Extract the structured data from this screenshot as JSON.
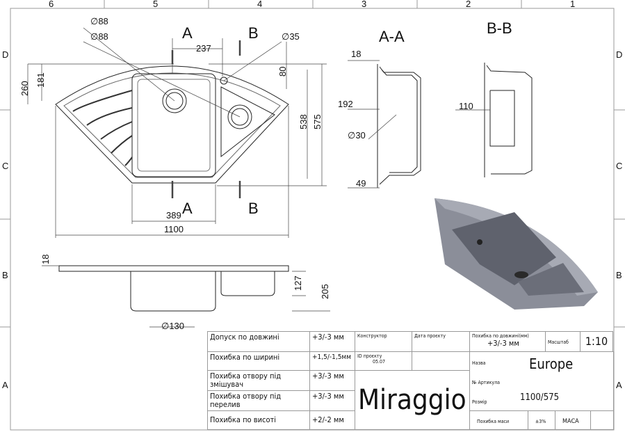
{
  "frame": {
    "columns": [
      "6",
      "5",
      "4",
      "3",
      "2",
      "1"
    ],
    "rows": [
      "D",
      "C",
      "B",
      "A"
    ]
  },
  "plan": {
    "dia_mixer": "∅88",
    "dia_drain": "∅88",
    "dia_overflow": "∅35",
    "dim_237": "237",
    "dim_80": "80",
    "dim_181": "181",
    "dim_260": "260",
    "dim_538": "538",
    "dim_575": "575",
    "dim_389": "389",
    "dim_1100": "1100",
    "cut_a": "A",
    "cut_b": "B"
  },
  "section_aa": {
    "title": "A-A",
    "dim_18": "18",
    "dim_192": "192",
    "dia_30": "∅30",
    "dim_49": "49"
  },
  "section_bb": {
    "title": "B-B",
    "dim_110": "110"
  },
  "side": {
    "dim_18": "18",
    "dim_127": "127",
    "dim_205": "205",
    "dia_130": "∅130"
  },
  "title_block": {
    "tolerances": [
      {
        "label": "Допуск по довжині",
        "value": "+3/-3 мм"
      },
      {
        "label": "Похибка по ширині",
        "value": "+1,5/-1,5мм"
      },
      {
        "label": "Похибка отвору під змішувач",
        "value": "+3/-3 мм"
      },
      {
        "label": "Похибка отвору під перелив",
        "value": "+3/-3 мм"
      },
      {
        "label": "Похибка по висоті",
        "value": "+2/-2 мм"
      }
    ],
    "designer_label": "Конструктор",
    "date_label": "Дата проєкту",
    "project_id_label": "ID проєкту",
    "project_id": "05.07",
    "brand": "Miraggio",
    "length_tol_label": "Похибка по довжині(мм)",
    "length_tol_value": "+3/-3 мм",
    "scale_label": "Масштаб",
    "scale": "1:10",
    "name_label": "Назва",
    "name": "Europe",
    "article_label": "№ Артикула",
    "size_label": "Розмір",
    "size": "1100/575",
    "mass_tol_label": "Похибка маси",
    "mass_tol": "±3%",
    "mass_label": "МАСА"
  }
}
